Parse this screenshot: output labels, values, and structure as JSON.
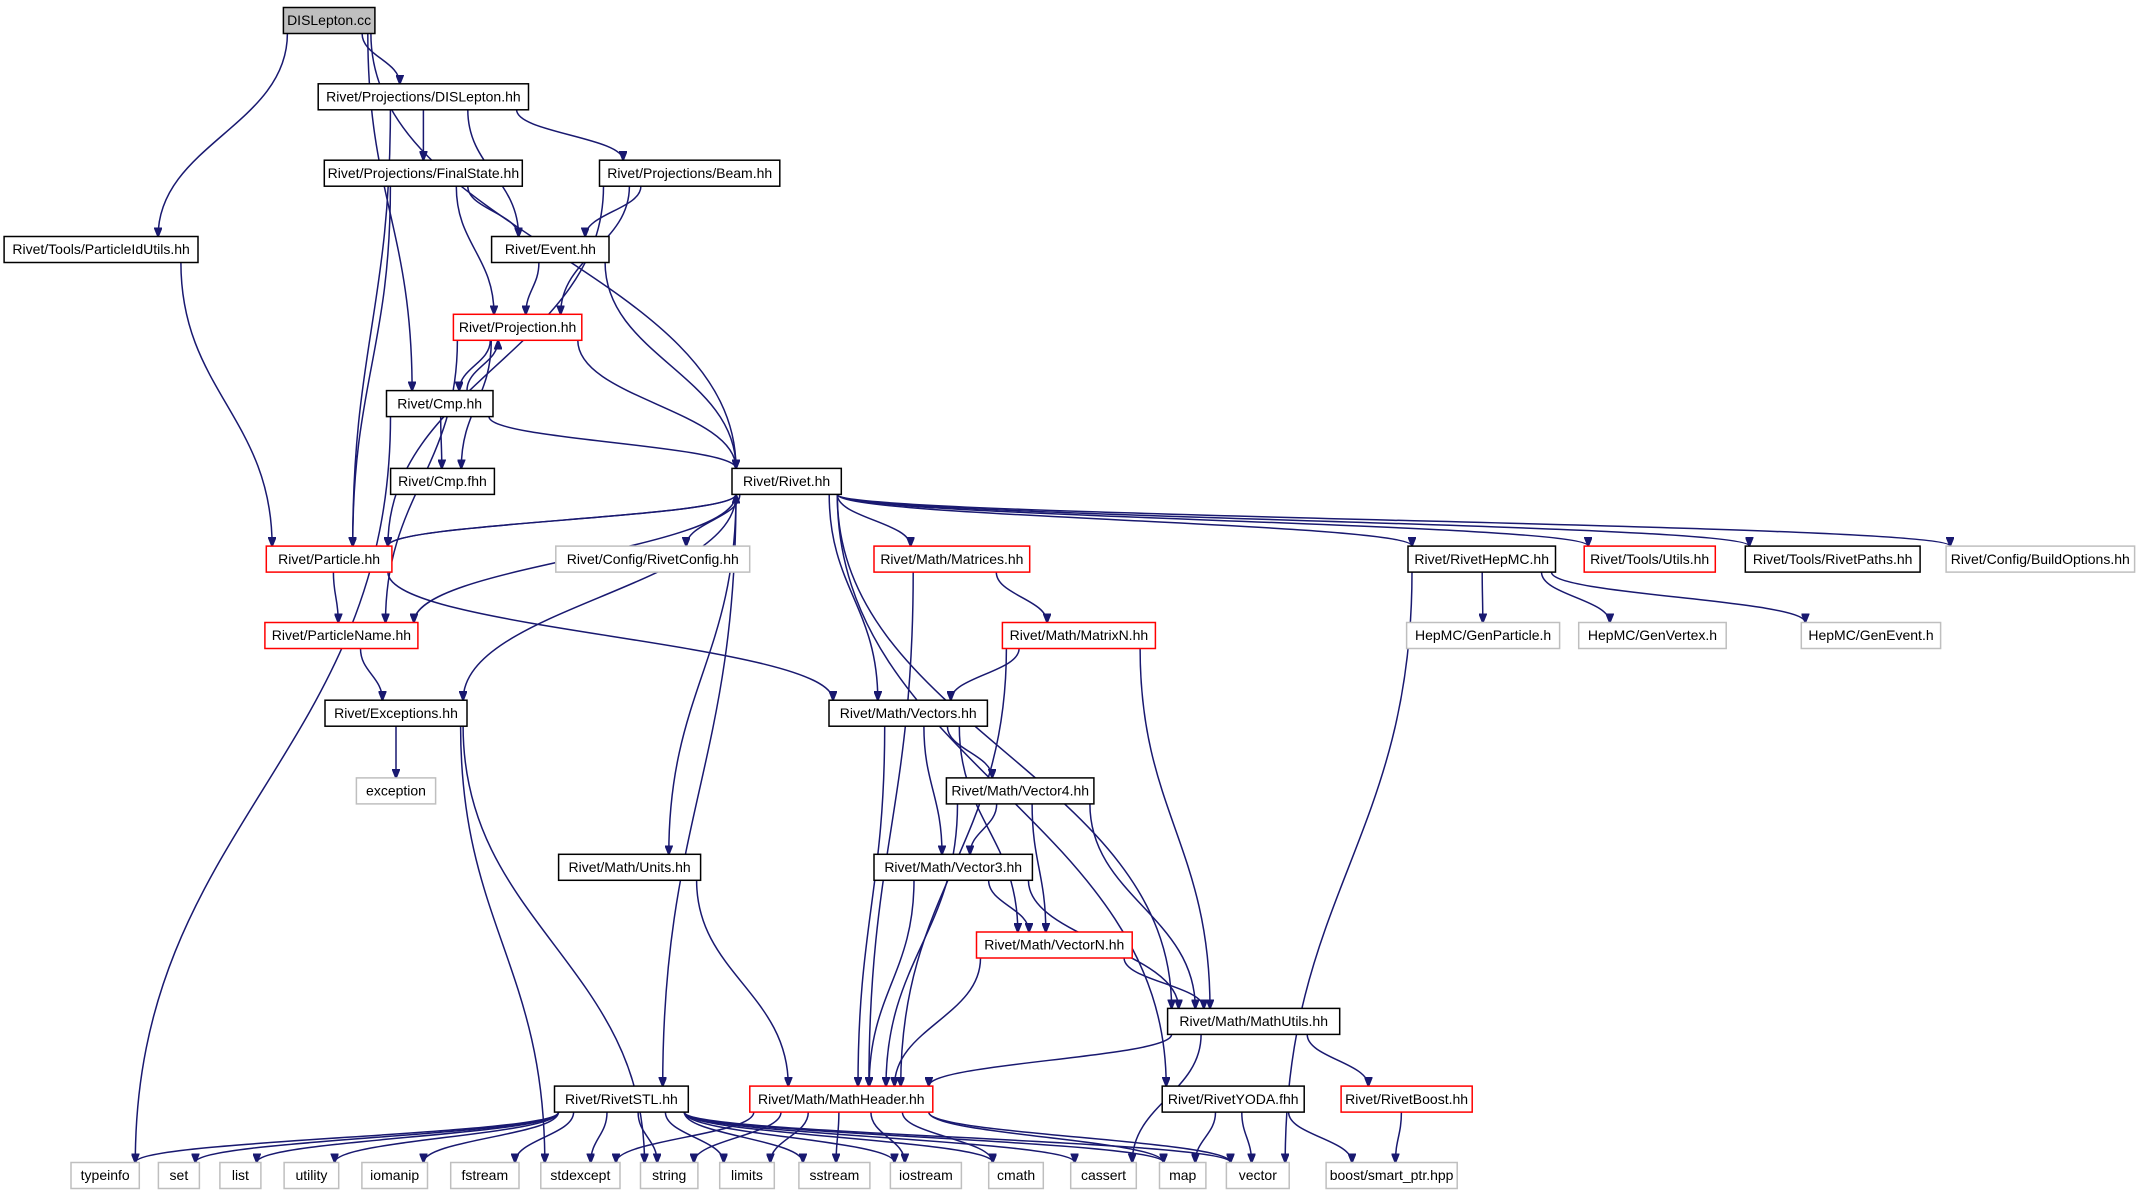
{
  "diagram": {
    "type": "include-dependency-graph",
    "colors": {
      "edge": "#191970",
      "normal_border": "#000000",
      "red_border": "#ff0000",
      "gray_border": "#bfbfbf",
      "root_fill": "#bfbfbf"
    },
    "nodes": [
      {
        "id": "n0",
        "label": "DISLepton.cc",
        "style": "root"
      },
      {
        "id": "n1",
        "label": "Rivet/Projections/DISLepton.hh",
        "style": "normal"
      },
      {
        "id": "n2",
        "label": "Rivet/Tools/ParticleIdUtils.hh",
        "style": "normal"
      },
      {
        "id": "n3",
        "label": "Rivet/Projections/FinalState.hh",
        "style": "normal"
      },
      {
        "id": "n4",
        "label": "Rivet/Projections/Beam.hh",
        "style": "normal"
      },
      {
        "id": "n5",
        "label": "Rivet/Event.hh",
        "style": "normal"
      },
      {
        "id": "n6",
        "label": "Rivet/Projection.hh",
        "style": "red"
      },
      {
        "id": "n7",
        "label": "Rivet/Cmp.hh",
        "style": "normal"
      },
      {
        "id": "n8",
        "label": "Rivet/Cmp.fhh",
        "style": "normal"
      },
      {
        "id": "n9",
        "label": "Rivet/Rivet.hh",
        "style": "normal"
      },
      {
        "id": "n10",
        "label": "Rivet/Particle.hh",
        "style": "red"
      },
      {
        "id": "n11",
        "label": "Rivet/Config/RivetConfig.hh",
        "style": "gray"
      },
      {
        "id": "n12",
        "label": "Rivet/Math/Matrices.hh",
        "style": "red"
      },
      {
        "id": "n13",
        "label": "Rivet/RivetHepMC.hh",
        "style": "normal"
      },
      {
        "id": "n14",
        "label": "Rivet/Tools/Utils.hh",
        "style": "red"
      },
      {
        "id": "n15",
        "label": "Rivet/Tools/RivetPaths.hh",
        "style": "normal"
      },
      {
        "id": "n16",
        "label": "Rivet/Config/BuildOptions.hh",
        "style": "gray"
      },
      {
        "id": "n17",
        "label": "Rivet/ParticleName.hh",
        "style": "red"
      },
      {
        "id": "n18",
        "label": "Rivet/Math/MatrixN.hh",
        "style": "red"
      },
      {
        "id": "n19",
        "label": "HepMC/GenParticle.h",
        "style": "gray"
      },
      {
        "id": "n20",
        "label": "HepMC/GenVertex.h",
        "style": "gray"
      },
      {
        "id": "n21",
        "label": "HepMC/GenEvent.h",
        "style": "gray"
      },
      {
        "id": "n22",
        "label": "Rivet/Exceptions.hh",
        "style": "normal"
      },
      {
        "id": "n23",
        "label": "Rivet/Math/Vectors.hh",
        "style": "normal"
      },
      {
        "id": "n24",
        "label": "exception",
        "style": "gray"
      },
      {
        "id": "n25",
        "label": "Rivet/Math/Vector4.hh",
        "style": "normal"
      },
      {
        "id": "n26",
        "label": "Rivet/Math/Units.hh",
        "style": "normal"
      },
      {
        "id": "n27",
        "label": "Rivet/Math/Vector3.hh",
        "style": "normal"
      },
      {
        "id": "n28",
        "label": "Rivet/Math/VectorN.hh",
        "style": "red"
      },
      {
        "id": "n29",
        "label": "Rivet/Math/MathUtils.hh",
        "style": "normal"
      },
      {
        "id": "n30",
        "label": "Rivet/RivetSTL.hh",
        "style": "normal"
      },
      {
        "id": "n31",
        "label": "Rivet/Math/MathHeader.hh",
        "style": "red"
      },
      {
        "id": "n32",
        "label": "Rivet/RivetYODA.fhh",
        "style": "normal"
      },
      {
        "id": "n33",
        "label": "Rivet/RivetBoost.hh",
        "style": "red"
      },
      {
        "id": "n34",
        "label": "typeinfo",
        "style": "gray"
      },
      {
        "id": "n35",
        "label": "set",
        "style": "gray"
      },
      {
        "id": "n36",
        "label": "list",
        "style": "gray"
      },
      {
        "id": "n37",
        "label": "utility",
        "style": "gray"
      },
      {
        "id": "n38",
        "label": "iomanip",
        "style": "gray"
      },
      {
        "id": "n39",
        "label": "fstream",
        "style": "gray"
      },
      {
        "id": "n40",
        "label": "stdexcept",
        "style": "gray"
      },
      {
        "id": "n41",
        "label": "string",
        "style": "gray"
      },
      {
        "id": "n42",
        "label": "limits",
        "style": "gray"
      },
      {
        "id": "n43",
        "label": "sstream",
        "style": "gray"
      },
      {
        "id": "n44",
        "label": "iostream",
        "style": "gray"
      },
      {
        "id": "n45",
        "label": "cmath",
        "style": "gray"
      },
      {
        "id": "n46",
        "label": "cassert",
        "style": "gray"
      },
      {
        "id": "n47",
        "label": "map",
        "style": "gray"
      },
      {
        "id": "n48",
        "label": "vector",
        "style": "gray"
      },
      {
        "id": "n49",
        "label": "boost/smart_ptr.hpp",
        "style": "gray"
      }
    ],
    "edges": [
      [
        "n0",
        "n1"
      ],
      [
        "n0",
        "n2"
      ],
      [
        "n0",
        "n7"
      ],
      [
        "n0",
        "n9"
      ],
      [
        "n1",
        "n3"
      ],
      [
        "n1",
        "n4"
      ],
      [
        "n1",
        "n5"
      ],
      [
        "n1",
        "n10"
      ],
      [
        "n2",
        "n10"
      ],
      [
        "n3",
        "n5"
      ],
      [
        "n3",
        "n6"
      ],
      [
        "n3",
        "n10"
      ],
      [
        "n4",
        "n5"
      ],
      [
        "n4",
        "n6"
      ],
      [
        "n4",
        "n10"
      ],
      [
        "n5",
        "n6"
      ],
      [
        "n5",
        "n9"
      ],
      [
        "n6",
        "n7"
      ],
      [
        "n6",
        "n8"
      ],
      [
        "n6",
        "n9"
      ],
      [
        "n6",
        "n17"
      ],
      [
        "n7",
        "n6"
      ],
      [
        "n7",
        "n8"
      ],
      [
        "n7",
        "n9"
      ],
      [
        "n7",
        "n34"
      ],
      [
        "n9",
        "n10"
      ],
      [
        "n9",
        "n11"
      ],
      [
        "n9",
        "n12"
      ],
      [
        "n9",
        "n13"
      ],
      [
        "n9",
        "n14"
      ],
      [
        "n9",
        "n15"
      ],
      [
        "n9",
        "n16"
      ],
      [
        "n9",
        "n17"
      ],
      [
        "n9",
        "n22"
      ],
      [
        "n9",
        "n23"
      ],
      [
        "n9",
        "n26"
      ],
      [
        "n9",
        "n29"
      ],
      [
        "n9",
        "n30"
      ],
      [
        "n9",
        "n32"
      ],
      [
        "n10",
        "n9"
      ],
      [
        "n10",
        "n17"
      ],
      [
        "n10",
        "n23"
      ],
      [
        "n12",
        "n18"
      ],
      [
        "n12",
        "n31"
      ],
      [
        "n13",
        "n19"
      ],
      [
        "n13",
        "n20"
      ],
      [
        "n13",
        "n21"
      ],
      [
        "n13",
        "n48"
      ],
      [
        "n17",
        "n22"
      ],
      [
        "n18",
        "n23"
      ],
      [
        "n18",
        "n29"
      ],
      [
        "n18",
        "n31"
      ],
      [
        "n22",
        "n24"
      ],
      [
        "n22",
        "n40"
      ],
      [
        "n22",
        "n41"
      ],
      [
        "n23",
        "n25"
      ],
      [
        "n23",
        "n27"
      ],
      [
        "n23",
        "n28"
      ],
      [
        "n23",
        "n31"
      ],
      [
        "n25",
        "n27"
      ],
      [
        "n25",
        "n28"
      ],
      [
        "n25",
        "n29"
      ],
      [
        "n25",
        "n31"
      ],
      [
        "n26",
        "n31"
      ],
      [
        "n27",
        "n28"
      ],
      [
        "n27",
        "n29"
      ],
      [
        "n27",
        "n31"
      ],
      [
        "n28",
        "n29"
      ],
      [
        "n28",
        "n31"
      ],
      [
        "n29",
        "n31"
      ],
      [
        "n29",
        "n33"
      ],
      [
        "n29",
        "n46"
      ],
      [
        "n30",
        "n34"
      ],
      [
        "n30",
        "n35"
      ],
      [
        "n30",
        "n36"
      ],
      [
        "n30",
        "n37"
      ],
      [
        "n30",
        "n38"
      ],
      [
        "n30",
        "n39"
      ],
      [
        "n30",
        "n40"
      ],
      [
        "n30",
        "n41"
      ],
      [
        "n30",
        "n42"
      ],
      [
        "n30",
        "n43"
      ],
      [
        "n30",
        "n44"
      ],
      [
        "n30",
        "n45"
      ],
      [
        "n30",
        "n46"
      ],
      [
        "n30",
        "n47"
      ],
      [
        "n30",
        "n48"
      ],
      [
        "n31",
        "n40"
      ],
      [
        "n31",
        "n41"
      ],
      [
        "n31",
        "n42"
      ],
      [
        "n31",
        "n43"
      ],
      [
        "n31",
        "n44"
      ],
      [
        "n31",
        "n45"
      ],
      [
        "n31",
        "n47"
      ],
      [
        "n31",
        "n48"
      ],
      [
        "n32",
        "n47"
      ],
      [
        "n32",
        "n48"
      ],
      [
        "n32",
        "n49"
      ],
      [
        "n33",
        "n49"
      ]
    ]
  }
}
